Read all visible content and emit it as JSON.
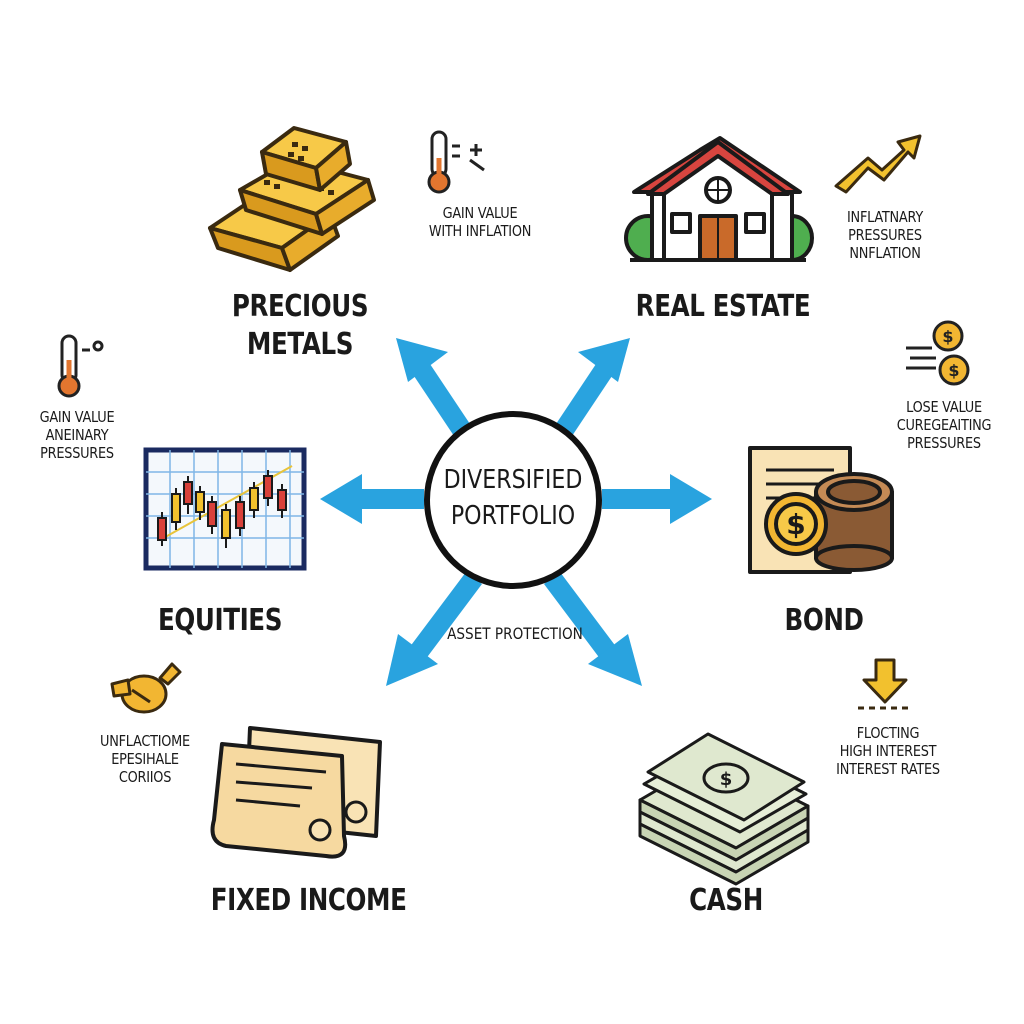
{
  "center": {
    "line1": "DIVERSIFIED",
    "line2": "PORTFOLIO"
  },
  "center_caption": "ASSET PROTECTION",
  "assets": {
    "precious_metals": {
      "line1": "PRECIOUS",
      "line2": "METALS"
    },
    "real_estate": "REAL ESTATE",
    "equities": "EQUITIES",
    "bond": "BOND",
    "fixed_income": "FIXED INCOME",
    "cash": "CASH"
  },
  "notes": {
    "top_middle": [
      "GAIN VALUE",
      "WITH INFLATION"
    ],
    "top_right": [
      "INFLATNARY",
      "PRESSURES",
      "NNFLATION"
    ],
    "left_upper": [
      "GAIN VALUE",
      "ANEINARY",
      "PRESSURES"
    ],
    "right_upper": [
      "LOSE VALUE",
      "CUREGEAITING",
      "PRESSURES"
    ],
    "left_lower": [
      "UNFLACTIOME",
      "EPESIHALE",
      "CORIIOS"
    ],
    "right_lower": [
      "FLOCTING",
      "HIGH INTEREST",
      "INTEREST RATES"
    ]
  },
  "colors": {
    "arrow": "#29a3df",
    "gold": "#f2b632",
    "roof": "#d8453f",
    "door": "#c96a2a",
    "paper": "#f9e3b5",
    "candle_red": "#d9413a",
    "candle_yellow": "#f2c12e",
    "cash_green": "#dfe8cf",
    "thermo": "#e3762f"
  },
  "icons": [
    "gold-bars-icon",
    "thermometer-icon",
    "house-icon",
    "trend-arrow-icon",
    "coin-stack-icon",
    "candlestick-chart-icon",
    "bond-document-coins-icon",
    "money-bag-icon",
    "scroll-certificate-icon",
    "down-arrow-icon",
    "cash-stack-icon"
  ]
}
